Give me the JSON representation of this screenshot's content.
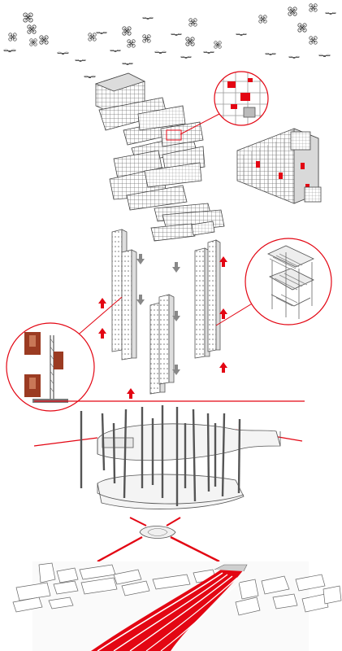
{
  "diagram": {
    "title": "",
    "colors": {
      "accent": "#e30613",
      "line": "#4a4a4a",
      "light": "#bdbdbd",
      "panel": "#f2f2f2",
      "rust": "#9b3b22"
    },
    "layers": [
      "drone-swarm",
      "modular-cluster",
      "detail-callout-top",
      "modular-facade",
      "vertical-cores",
      "detail-callout-stairs",
      "detail-callout-elevator",
      "ground-plane",
      "elevated-ring",
      "landing-disc",
      "site-context",
      "red-ribbon-streets"
    ],
    "arrows": {
      "up": "red",
      "down": "grey"
    }
  }
}
